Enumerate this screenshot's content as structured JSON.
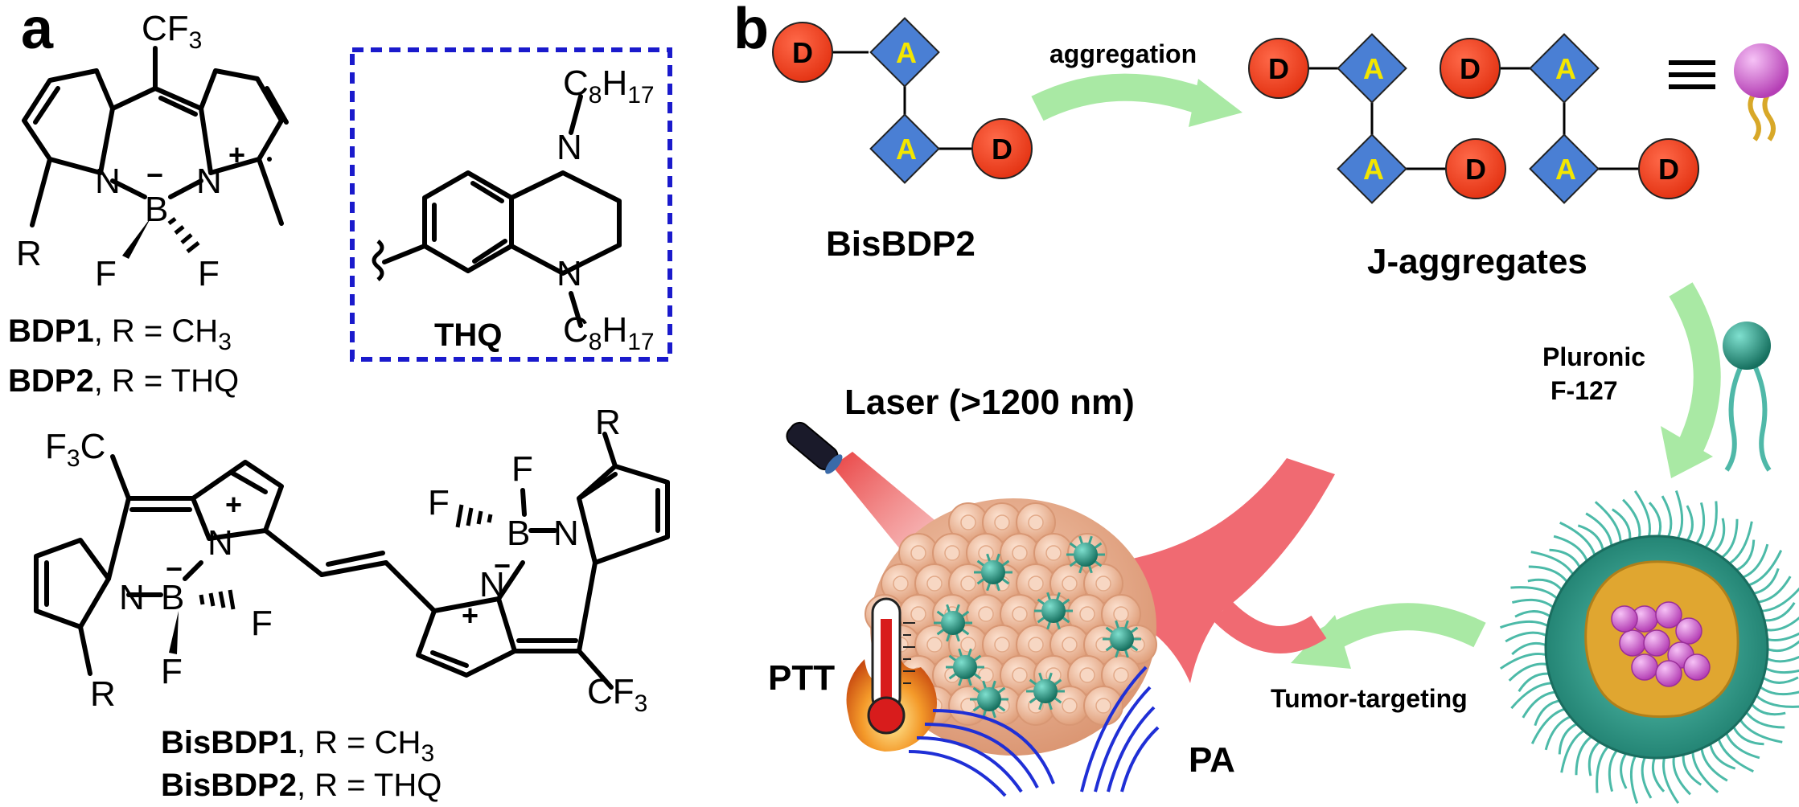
{
  "panel_a": {
    "letter": "a",
    "monomer": {
      "cf3": "CF",
      "cf3_sub": "3",
      "n_left": "N",
      "n_right": "N",
      "boron": "B",
      "minus": "−",
      "plus": "+",
      "f_left": "F",
      "f_right": "F",
      "r": "R"
    },
    "thq": {
      "label": "THQ",
      "n_top": "N",
      "n_bottom": "N",
      "c8": "C",
      "c8_sub1": "8",
      "h17": "H",
      "h17_sub": "17"
    },
    "compounds": [
      {
        "name": "BDP1",
        "rest": ", R = CH",
        "sub": "3"
      },
      {
        "name": "BDP2",
        "rest": ", R = THQ",
        "sub": ""
      }
    ],
    "dimer": {
      "f3c": "F",
      "f3c_sub": "3",
      "f3c_c": "C",
      "cf3": "CF",
      "cf3_sub": "3",
      "n": "N",
      "boron": "B",
      "f": "F",
      "r": "R",
      "plus": "+",
      "minus": "−"
    },
    "bis_compounds": [
      {
        "name": "BisBDP1",
        "rest": ", R = CH",
        "sub": "3"
      },
      {
        "name": "BisBDP2",
        "rest": ", R = THQ",
        "sub": ""
      }
    ]
  },
  "panel_b": {
    "letter": "b",
    "donor": "D",
    "acceptor": "A",
    "bisbdp2_label": "BisBDP2",
    "aggregation_label": "aggregation",
    "j_aggregates_label": "J-aggregates",
    "pluronic_line1": "Pluronic",
    "pluronic_line2": "F-127",
    "laser_label": "Laser (>1200 nm)",
    "ptt_label": "PTT",
    "pa_label": "PA",
    "tumor_targeting_label": "Tumor-targeting"
  },
  "colors": {
    "donor": "#ee3a1c",
    "acceptor": "#4a7fd4",
    "acceptor_text": "#f3e600",
    "arrow_green": "#a9e9a4",
    "thq_box": "#1a1acc",
    "vessel": "#f06a72",
    "tumor": "#ecb294",
    "nano": "#2a8f7f",
    "magenta": "#d86bd8",
    "gold": "#e0a630",
    "wave": "#1f2fd6"
  }
}
